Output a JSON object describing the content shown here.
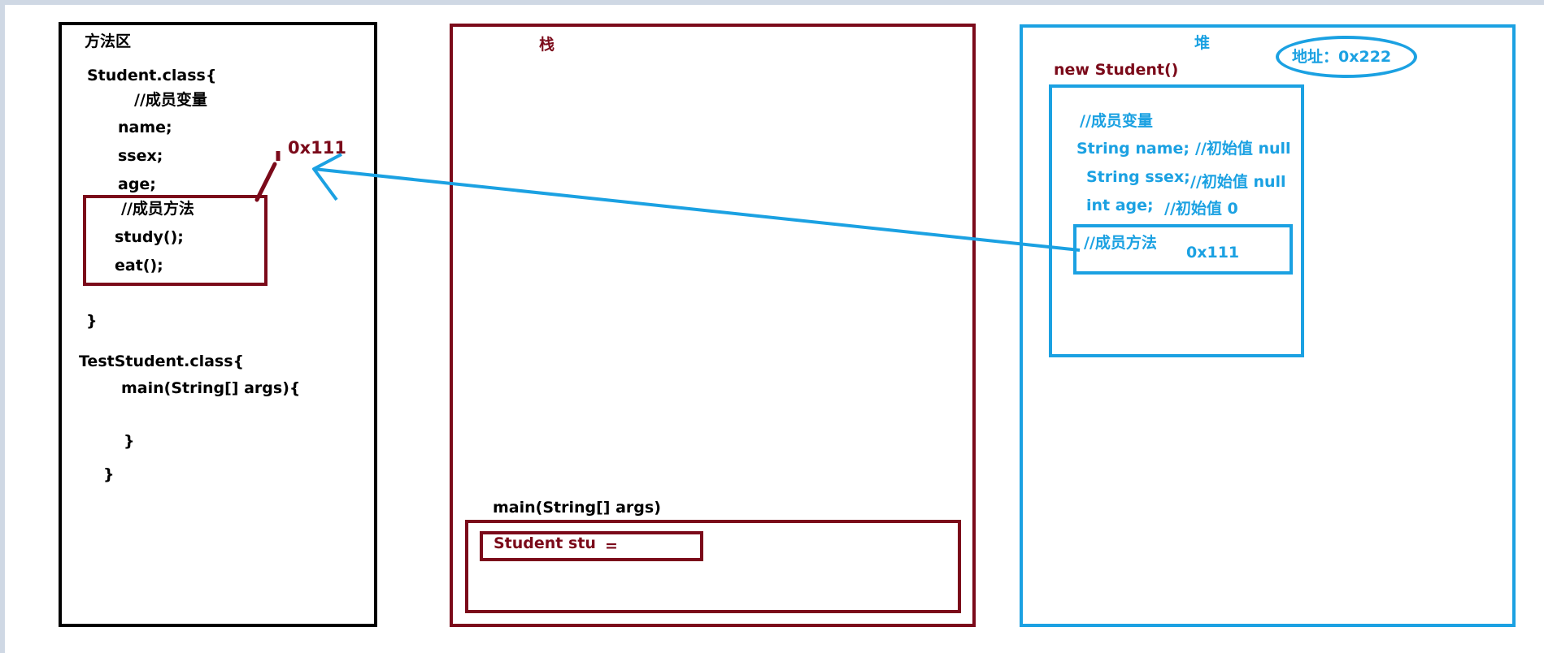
{
  "colors": {
    "black": "#000000",
    "dark_red": "#7b0a1a",
    "blue": "#1ba1e2",
    "background": "#ffffff"
  },
  "method_area": {
    "title": "方法区",
    "student_class_header": "Student.class{",
    "field_comment": "//成员变量",
    "fields": [
      "name;",
      "ssex;",
      "age;"
    ],
    "method_comment": "//成员方法",
    "methods": [
      "study();",
      "eat();"
    ],
    "student_close": "}",
    "test_class_header": "TestStudent.class{",
    "main_signature": "main(String[] args){",
    "main_close": "}",
    "test_close": "}",
    "address_label": "0x111"
  },
  "stack": {
    "title": "栈",
    "frame_label": "main(String[] args)",
    "variable": "Student stu",
    "assign": "="
  },
  "heap": {
    "title": "堆",
    "address_bubble": "地址：0x222",
    "object_label": "new Student()",
    "field_comment": "//成员变量",
    "fields": [
      {
        "decl": "String name;",
        "comment": "//初始值 null"
      },
      {
        "decl": "String ssex;",
        "comment": "//初始值 null"
      },
      {
        "decl": "int age;",
        "comment": "//初始值 0"
      }
    ],
    "method_comment": "//成员方法",
    "method_ref": "0x111"
  }
}
